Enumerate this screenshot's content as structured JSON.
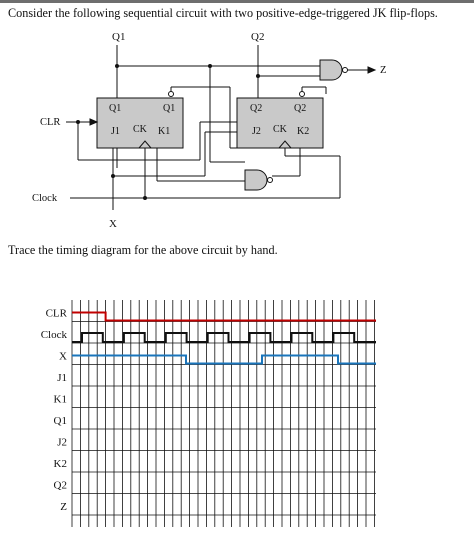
{
  "heading": "Consider the following sequential circuit with two positive-edge-triggered JK flip-flops.",
  "instruction": "Trace the timing diagram for the above circuit by hand.",
  "circuit": {
    "top_q1": "Q1",
    "top_q2": "Q2",
    "ff1": {
      "q": "Q1",
      "qbar": "Q1",
      "j": "J1",
      "ck": "CK",
      "k": "K1"
    },
    "ff2": {
      "q": "Q2",
      "qbar": "Q2",
      "j": "J2",
      "ck": "CK",
      "k": "K2"
    },
    "clr": "CLR",
    "clock": "Clock",
    "x": "X",
    "z": "Z",
    "gates": [
      "nand-gate-output",
      "nand-gate-feedback"
    ],
    "ff_fill": "#c9c9c9"
  },
  "timing": {
    "signals": [
      "CLR",
      "Clock",
      "X",
      "J1",
      "K1",
      "Q1",
      "J2",
      "K2",
      "Q2",
      "Z"
    ],
    "clr_high_until_cycle": 1,
    "clock_cycles": 7,
    "x_levels_per_half_cycle": [
      1,
      1,
      1,
      1,
      1,
      1,
      0,
      0,
      0,
      0,
      1,
      1,
      1,
      1,
      0,
      0
    ],
    "colors": {
      "clr": "#c00000",
      "x": "#1a75bb",
      "clock": "#111111",
      "grid": "#111111"
    }
  }
}
